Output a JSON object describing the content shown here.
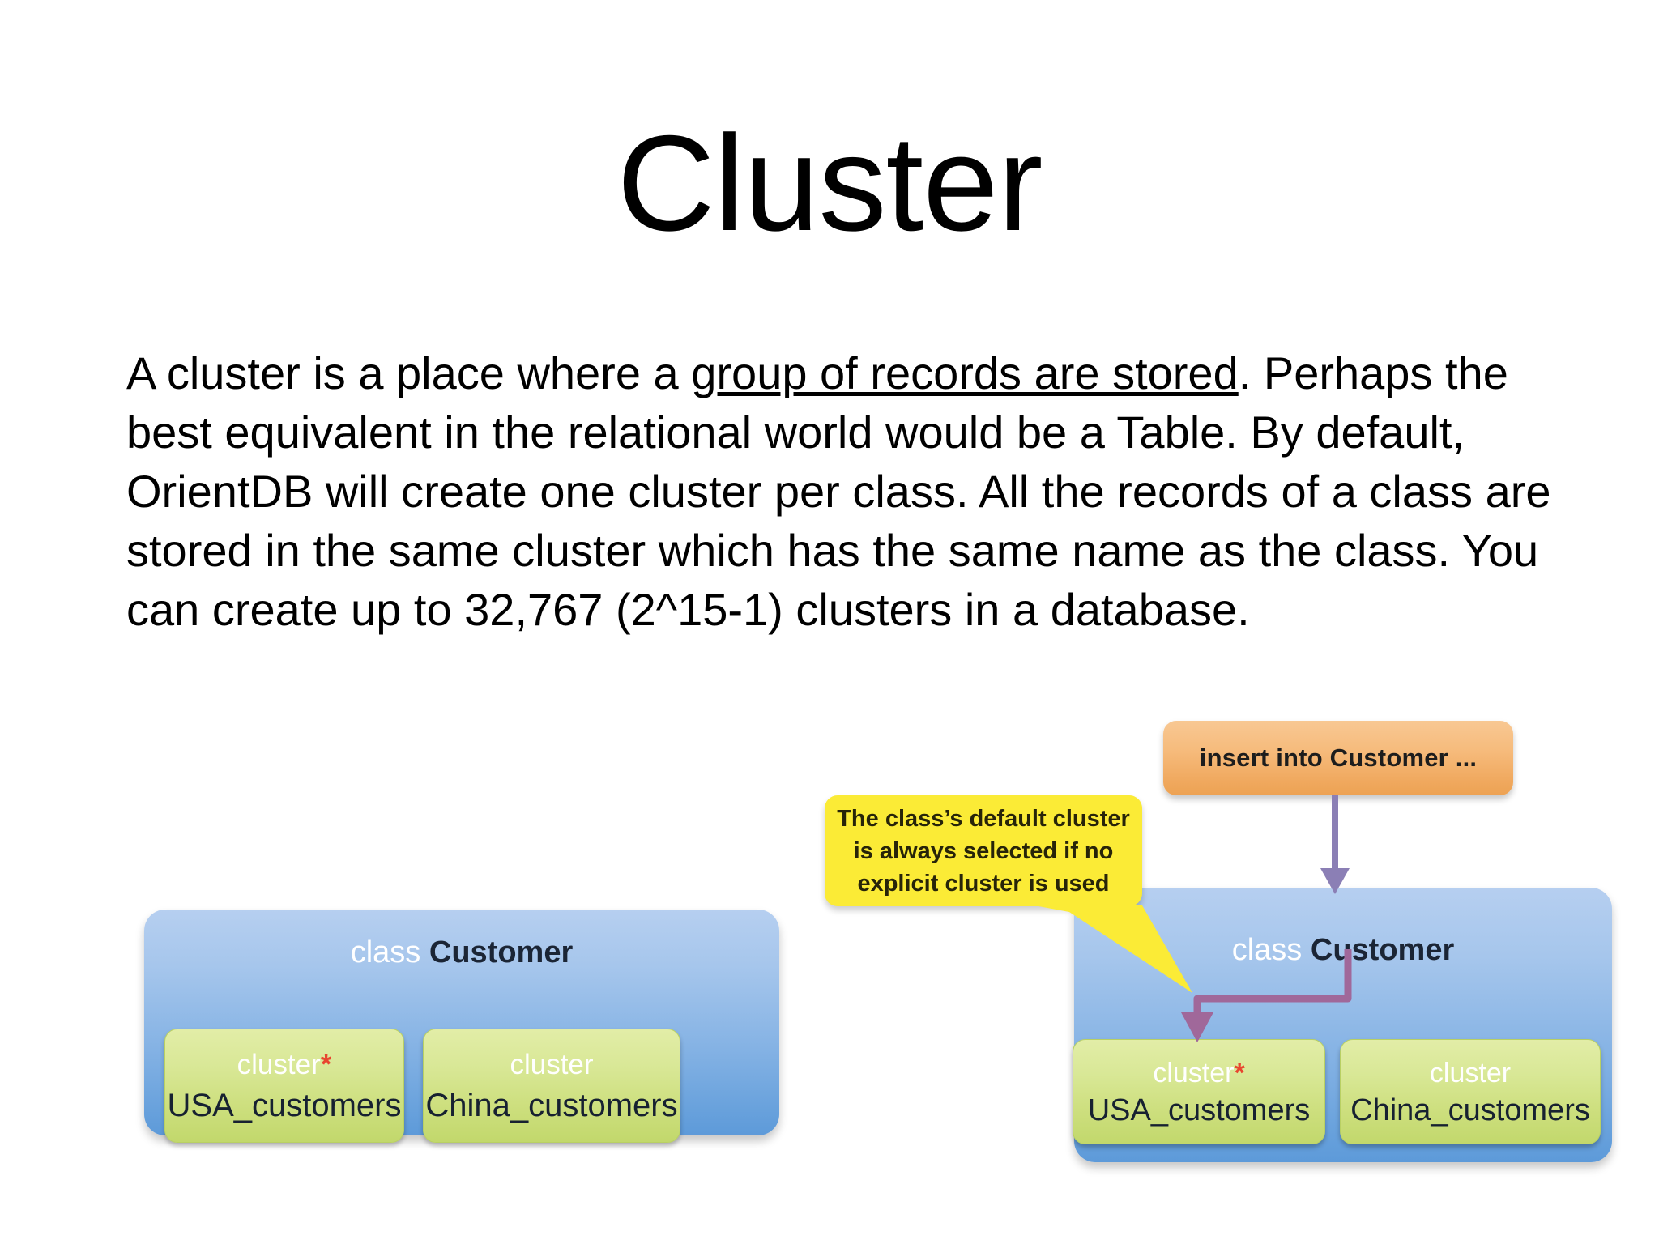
{
  "slide": {
    "title": "Cluster",
    "body_parts": {
      "lead": "A cluster is a place where a ",
      "underlined": "group of records are stored",
      "rest": ". Perhaps the best equivalent in the relational world would be a Table. By default, OrientDB will create one cluster per class. All the records of a class are stored in the same cluster which has the same name as the class. You can create up to 32,767 (2^15-1) clusters in a database."
    }
  },
  "colors": {
    "class_panel_blue": "#84b2e4",
    "cluster_green": "#cddf7e",
    "callout_yellow": "#fbeb36",
    "insert_orange": "#f0a95f",
    "connector_purple": "#8b7fb5",
    "elbow_purple": "#a0689a",
    "default_star_red": "#e8452f"
  },
  "diagram_left": {
    "class_keyword": "class",
    "class_name": "Customer",
    "clusters": [
      {
        "keyword": "cluster",
        "default_marker": "*",
        "name": "USA_customers",
        "is_default": true
      },
      {
        "keyword": "cluster",
        "default_marker": "",
        "name": "China_customers",
        "is_default": false
      }
    ]
  },
  "diagram_right": {
    "insert_statement": "insert into Customer ...",
    "callout_lines": [
      "The class’s default cluster",
      "is always selected if no",
      "explicit cluster is used"
    ],
    "class_keyword": "class",
    "class_name": "Customer",
    "clusters": [
      {
        "keyword": "cluster",
        "default_marker": "*",
        "name": "USA_customers",
        "is_default": true
      },
      {
        "keyword": "cluster",
        "default_marker": "",
        "name": "China_customers",
        "is_default": false
      }
    ]
  }
}
